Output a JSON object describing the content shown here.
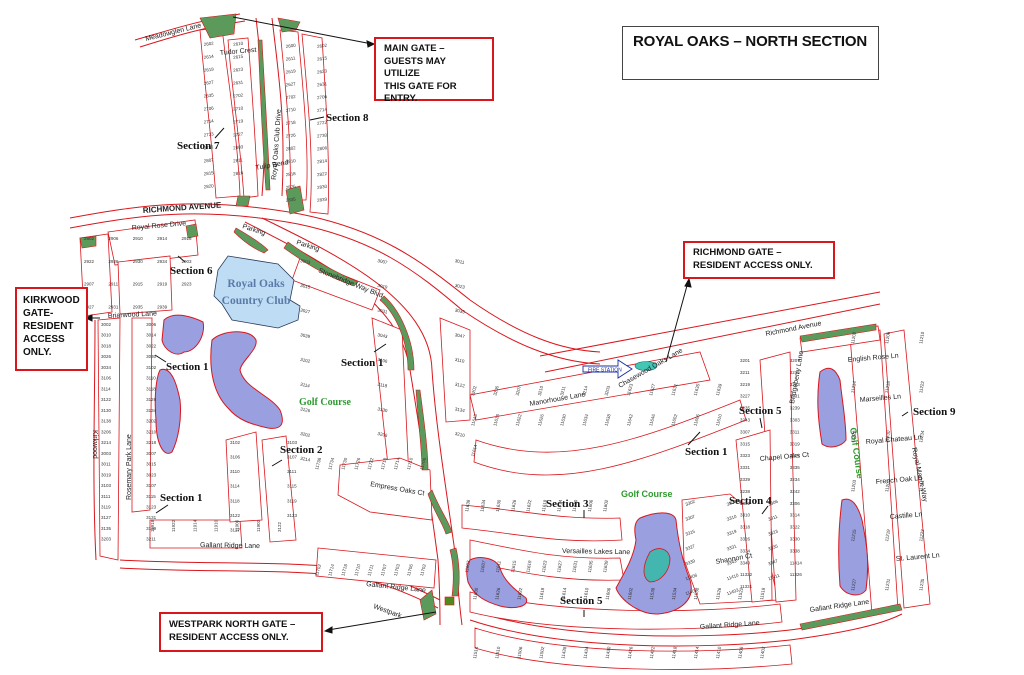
{
  "title": "ROYAL OAKS – NORTH SECTION",
  "callouts": {
    "main_gate": [
      "MAIN GATE –",
      "GUESTS MAY UTILIZE",
      "THIS GATE FOR",
      "ENTRY."
    ],
    "kirkwood_gate": [
      "KIRKWOOD",
      "GATE-",
      "RESIDENT",
      "ACCESS",
      "ONLY."
    ],
    "richmond_gate": [
      "RICHMOND GATE –",
      "RESIDENT ACCESS ONLY."
    ],
    "westpark_gate": [
      "WESTPARK NORTH GATE –",
      "RESIDENT ACCESS ONLY."
    ]
  },
  "sections": {
    "s7": "Section 7",
    "s8": "Section 8",
    "s6": "Section 6",
    "s1_west": "Section 1",
    "s1_center": "Section 1",
    "s1_south": "Section 1",
    "s1_east": "Section 1",
    "s2": "Section 2",
    "s3": "Section 3",
    "s4": "Section 4",
    "s5_east": "Section 5",
    "s5_south": "Section 5",
    "s9": "Section 9"
  },
  "landmarks": {
    "club_line1": "Royal Oaks",
    "club_line2": "Country  Club",
    "golf_west": "Golf Course",
    "golf_center": "Golf Course",
    "golf_east": "Golf Course",
    "fire_station": "FIRE STATION"
  },
  "roads": {
    "richmond_west": "RICHMOND AVENUE",
    "richmond_east": "Richmond Avenue",
    "meadowglen": "Meadowglen Lane",
    "royal_oaks_club": "Royal Oaks Club Drive",
    "royal_rose": "Royal Rose Drive",
    "kirkwood": "Kirkwood",
    "briarwood": "Briarwood Lane",
    "rosemary_park": "Rosemary Park Lane",
    "stonebridge": "Stonebridge Way Blvd",
    "gallant_ridge_w": "Gallant Ridge Lane",
    "gallant_ridge_c": "Gallant Ridge Lane",
    "gallant_ridge_s": "Gallant Ridge Lane",
    "gallant_ridge_e": "Gallant Ridge Lane",
    "westpark": "Westpark",
    "empress_oaks": "Empress Oaks Ct",
    "versailles_lakes": "Versailles Lakes Lane",
    "manor_house": "Manorhouse Lane",
    "bridgeberry": "Bridgeberry Lane",
    "chasewood": "Chasewood Oaks Lane",
    "english_rose": "English Rose Ln",
    "marseilles": "Marseilles Ln",
    "royal_chateau": "Royal Chateau Ln",
    "french_oak": "French Oak Ln",
    "castille": "Castille Ln",
    "st_laurent": "St. Laurent Ln",
    "royal_manor": "Royal Manor Way",
    "tudor_crest": "Tudor Crest",
    "tulip_bend": "Tulip Bend",
    "parking1": "Parking",
    "parking2": "Parking",
    "chapel_oaks": "Chapel Oaks Ct",
    "shannon": "Shannon Ct",
    "buckingham": "Buckingham Bend Lane"
  },
  "lots": {
    "sec7": [
      "2602",
      "2610",
      "2614",
      "2615",
      "2619",
      "2623",
      "2627",
      "2631",
      "2635",
      "2702",
      "2706",
      "2710",
      "2714",
      "2719",
      "2723",
      "2727",
      "2731",
      "2803",
      "2807",
      "2811",
      "2815",
      "2816",
      "2820"
    ],
    "sec8": [
      "2600",
      "2602",
      "2611",
      "2615",
      "2619",
      "2623",
      "2627",
      "2631",
      "2702",
      "2706",
      "2710",
      "2714",
      "2718",
      "2722",
      "2726",
      "2730",
      "2802",
      "2806",
      "2810",
      "2814",
      "2818",
      "2822",
      "2826",
      "2830",
      "2835",
      "2839"
    ],
    "sec6": [
      "2902",
      "2906",
      "2910",
      "2914",
      "2918",
      "2922",
      "2926",
      "2930",
      "2934",
      "2903",
      "2907",
      "2911",
      "2915",
      "2919",
      "2923",
      "2927",
      "2931",
      "2935",
      "2939"
    ],
    "sec1w": [
      "3002",
      "3006",
      "3010",
      "3014",
      "3018",
      "3022",
      "3026",
      "3030",
      "3034",
      "3102",
      "3106",
      "3110",
      "3114",
      "3118",
      "3122",
      "3126",
      "3130",
      "3134",
      "3138",
      "3202",
      "3206",
      "3210",
      "3214",
      "3218",
      "3003",
      "3007",
      "3011",
      "3015",
      "3019",
      "3023",
      "3103",
      "3107",
      "3111",
      "3115",
      "3119",
      "3123",
      "3127",
      "3131",
      "3135",
      "3139",
      "3203",
      "3211"
    ],
    "sec1c": [
      "3003",
      "3007",
      "3011",
      "3015",
      "3019",
      "3023",
      "3027",
      "3031",
      "3035",
      "3039",
      "3043",
      "3047",
      "3102",
      "3106",
      "3110",
      "3114",
      "3118",
      "3122",
      "3126",
      "3130",
      "3134",
      "3202",
      "3206",
      "3210",
      "3214"
    ],
    "sec2": [
      "3102",
      "3103",
      "3106",
      "3107",
      "3110",
      "3111",
      "3114",
      "3115",
      "3118",
      "3119",
      "3122",
      "3123",
      "3127"
    ],
    "sec1s": [
      "11918",
      "11922",
      "11914",
      "11910",
      "11906",
      "11902",
      "3122"
    ],
    "gallant_w": [
      "11738",
      "11734",
      "11730",
      "11726",
      "11722",
      "11718",
      "11714",
      "11710",
      "11706",
      "11702",
      "11714",
      "11718",
      "11710",
      "11711",
      "11707",
      "11703",
      "11706",
      "11702"
    ],
    "sec3": [
      "11638",
      "11634",
      "11630",
      "11626",
      "11622",
      "11618",
      "11614",
      "11610",
      "11606",
      "11602",
      "11603",
      "11607",
      "11611",
      "11615",
      "11619",
      "11623",
      "11627",
      "11631",
      "11635",
      "11639"
    ],
    "sec5s": [
      "11630",
      "11626",
      "11622",
      "11618",
      "11614",
      "11610",
      "11606",
      "11602",
      "11538",
      "11534",
      "11530",
      "11526",
      "11522",
      "11518",
      "11514",
      "11510",
      "11506",
      "11502",
      "11438",
      "11434",
      "11430",
      "11426",
      "11422",
      "11418",
      "11414",
      "11410",
      "11406",
      "11402"
    ],
    "sec4": [
      "3302",
      "3303",
      "3306",
      "3307",
      "3310",
      "3311",
      "3315",
      "3319",
      "3323",
      "3327",
      "3331",
      "3335",
      "3339",
      "3343",
      "3347",
      "11406",
      "11410",
      "11411",
      "11407",
      "11403"
    ],
    "sec1e": [
      "3202",
      "3206",
      "3207",
      "3210",
      "3211",
      "3214",
      "3203",
      "11623",
      "11627",
      "11631",
      "11635",
      "11639",
      "11643",
      "11618",
      "11622",
      "11626",
      "11630",
      "11634",
      "11638",
      "11642",
      "11646",
      "11602",
      "11606",
      "11610",
      "11614"
    ],
    "sec5e": [
      "3201",
      "3207",
      "3211",
      "3215",
      "3219",
      "3223",
      "3227",
      "3231",
      "3235",
      "3239",
      "3243",
      "3303",
      "3307",
      "3311",
      "3315",
      "3319",
      "3323",
      "3327",
      "3331",
      "3335",
      "3339",
      "3234",
      "3238",
      "3242",
      "3302",
      "3306",
      "3310",
      "3314",
      "3318",
      "3322",
      "3326",
      "3330",
      "3334",
      "3338",
      "3340",
      "11414",
      "11322",
      "11326",
      "11331"
    ],
    "sec9": [
      "11202",
      "11206",
      "11210",
      "11214",
      "11218",
      "11222",
      "11226",
      "11230",
      "11234",
      "11203",
      "11207",
      "11211",
      "11215",
      "11219",
      "11223",
      "11227",
      "11231",
      "11235"
    ]
  }
}
